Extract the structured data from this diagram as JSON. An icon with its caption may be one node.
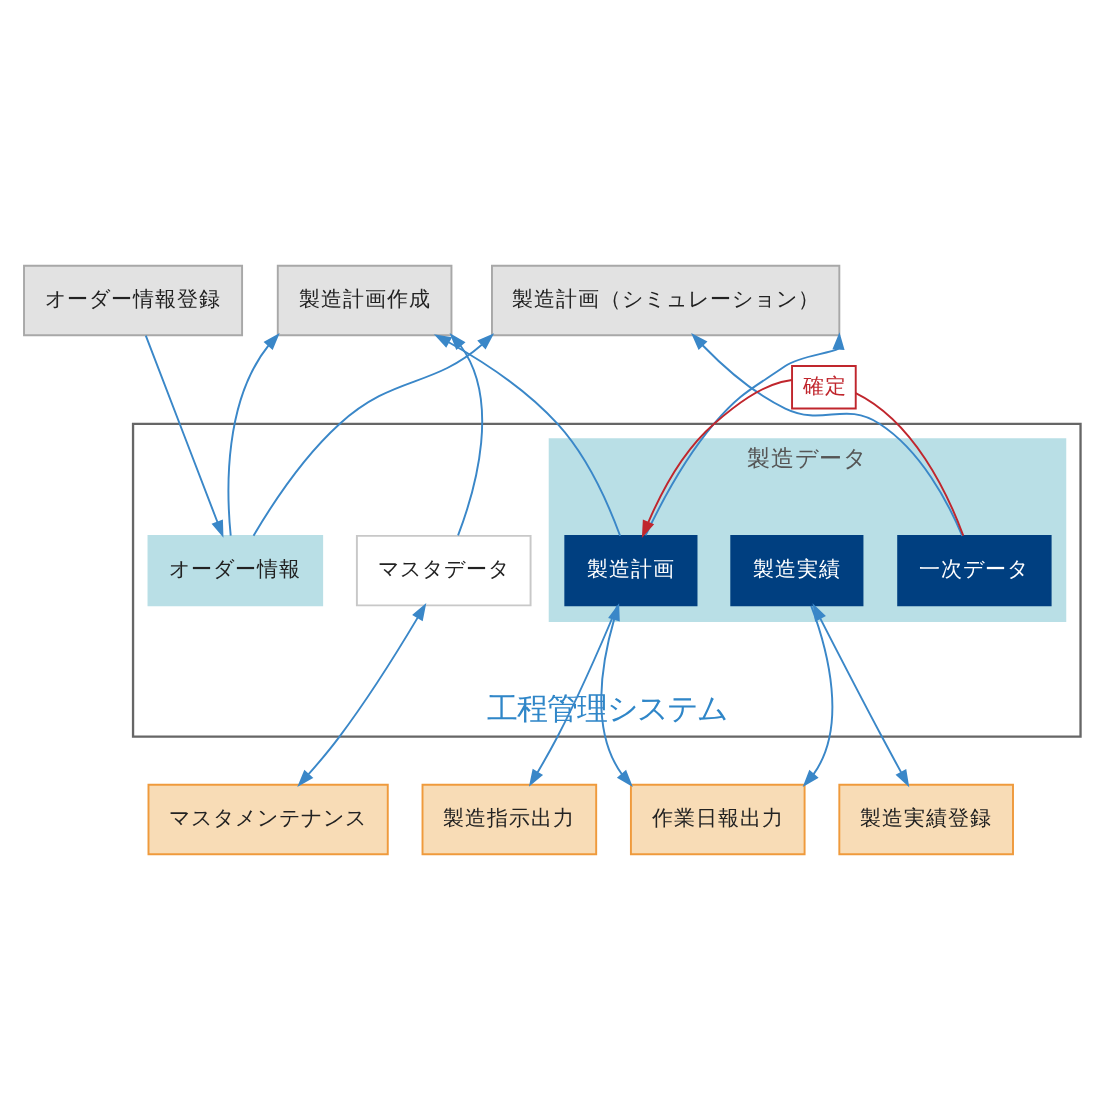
{
  "diagram": {
    "nodes": [
      {
        "text": [
          "オーダー情報登録"
        ]
      },
      {
        "text": [
          "製造計画作成"
        ]
      },
      {
        "text": [
          "製造計画（シミュレーション）"
        ]
      },
      {
        "text": [
          "工程管理システム"
        ]
      },
      {
        "text": [
          "オーダー情報"
        ],
        "in": 3
      },
      {
        "text": [
          "マスタデータ"
        ],
        "in": 3
      },
      {
        "text": [
          "製造データ"
        ],
        "in": 3
      },
      {
        "text": [
          "製造計画"
        ],
        "in": 6
      },
      {
        "text": [
          "製造実績"
        ],
        "in": 6
      },
      {
        "text": [
          "一次データ"
        ],
        "in": 6
      },
      {
        "text": [
          "マスタメンテナンス"
        ]
      },
      {
        "text": [
          "作業日報出力"
        ]
      },
      {
        "text": [
          "製造実績登録"
        ]
      },
      {
        "text": [
          "製造指示出力"
        ]
      }
    ],
    "edges": [
      {
        "from": 0,
        "to": 4,
        "arrow": "to"
      },
      {
        "from": 4,
        "to": 1,
        "arrow": "to"
      },
      {
        "from": 4,
        "to": 2,
        "arrow": "to"
      },
      {
        "from": 5,
        "to": 1,
        "arrow": "to"
      },
      {
        "from": 7,
        "to": 1,
        "arrow": "to"
      },
      {
        "from": 7,
        "to": 2,
        "arrow": "to"
      },
      {
        "from": 9,
        "to": 2,
        "arrow": "to"
      },
      {
        "from": 9,
        "to": 7,
        "arrow": "to",
        "label": "確定",
        "color": "#c0262d"
      },
      {
        "from": 5,
        "to": 10,
        "arrow": "both"
      },
      {
        "from": 7,
        "to": 11,
        "arrow": "both"
      },
      {
        "from": 8,
        "to": 11,
        "arrow": "to"
      },
      {
        "from": 8,
        "to": 12,
        "arrow": "both"
      },
      {
        "from": 7,
        "to": 13,
        "arrow": "to"
      }
    ]
  }
}
